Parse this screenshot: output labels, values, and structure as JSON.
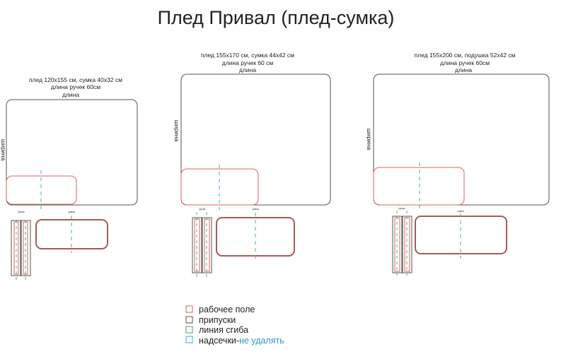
{
  "title": "Плед Привал (плед-сумка)",
  "panels": [
    {
      "lines": [
        "плед 120x155 см, сумка 40x32 см",
        "длина ручек 60см"
      ],
      "length_label": "длина",
      "width_label": "ширина",
      "handles_label": "ручки",
      "bag_label": "сумка"
    },
    {
      "lines": [
        "плед 155x170 см, сумка 44x42 см",
        "длина ручек 60 см"
      ],
      "length_label": "длина",
      "width_label": "ширина",
      "handles_label": "ручки",
      "bag_label": "сумка"
    },
    {
      "lines": [
        "плед 155x200 см, подушка 52x42 см",
        "длина ручек 60см"
      ],
      "length_label": "длина",
      "width_label": "ширина",
      "handles_label": "ручки",
      "bag_label": "сумка"
    }
  ],
  "legend": [
    {
      "label": "рабочее поле",
      "color": "#e06060"
    },
    {
      "label": "припуски",
      "color": "#555555"
    },
    {
      "label": "линия сгиба",
      "color": "#50a060"
    },
    {
      "label": "надсечки-",
      "suffix": "не удалять",
      "color": "#40a8d8"
    }
  ],
  "colors": {
    "outline": "#444444",
    "work": "#e06060",
    "bag": "#a85a5a",
    "fold": "#50b080"
  }
}
